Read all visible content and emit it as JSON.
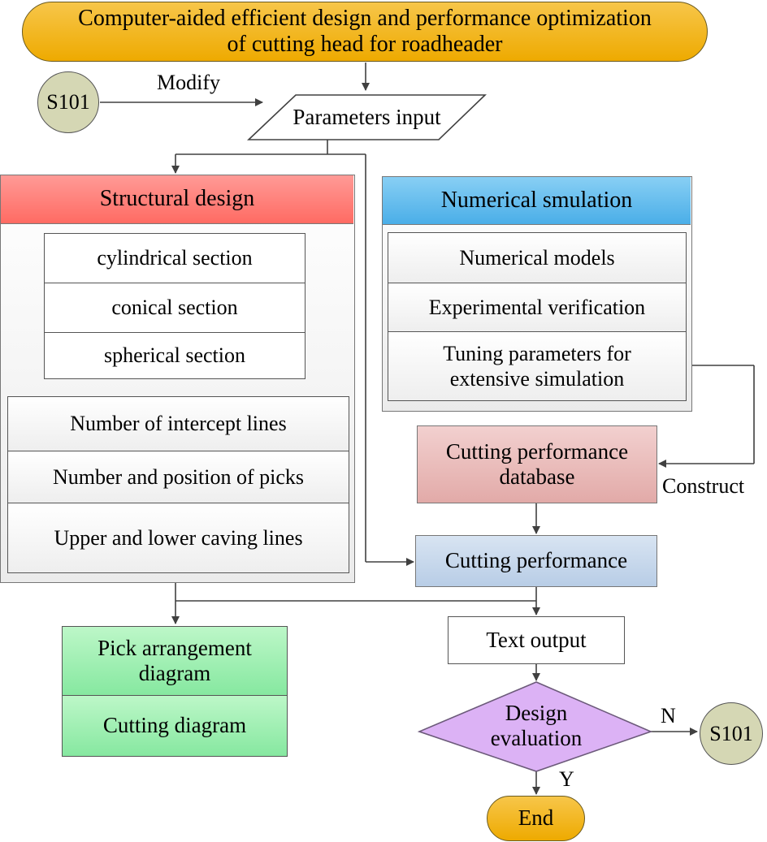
{
  "title": "Computer-aided efficient design and performance optimization of cutting head for roadheader",
  "connector_labels": {
    "modify": "Modify",
    "construct": "Construct",
    "no": "N",
    "yes": "Y"
  },
  "nodes": {
    "s101_start": "S101",
    "parameters_input": "Parameters input",
    "structural_design": {
      "header": "Structural design",
      "sections": [
        "cylindrical section",
        "conical section",
        "spherical section"
      ],
      "settings": [
        "Number of intercept lines",
        "Number and position of picks",
        "Upper and lower caving lines"
      ]
    },
    "numerical_simulation": {
      "header": "Numerical smulation",
      "items": [
        "Numerical models",
        "Experimental verification",
        "Tuning parameters for extensive simulation"
      ]
    },
    "cutting_performance_database": "Cutting performance database",
    "cutting_performance": "Cutting performance",
    "outputs": [
      "Pick arrangement diagram",
      "Cutting diagram"
    ],
    "text_output": "Text output",
    "design_evaluation": "Design evaluation",
    "s101_end": "S101",
    "end": "End"
  },
  "colors": {
    "title_fill": "#f2b520",
    "start_circle": "#d5d7b4",
    "structural_header": "#ff7d77",
    "numerical_header": "#5ab9ef",
    "database_fill": "#e8b9b8",
    "performance_fill": "#c6d7eb",
    "output_fill": "#a3efb4",
    "decision_fill": "#dcb2f5",
    "end_fill": "#f2b520"
  }
}
